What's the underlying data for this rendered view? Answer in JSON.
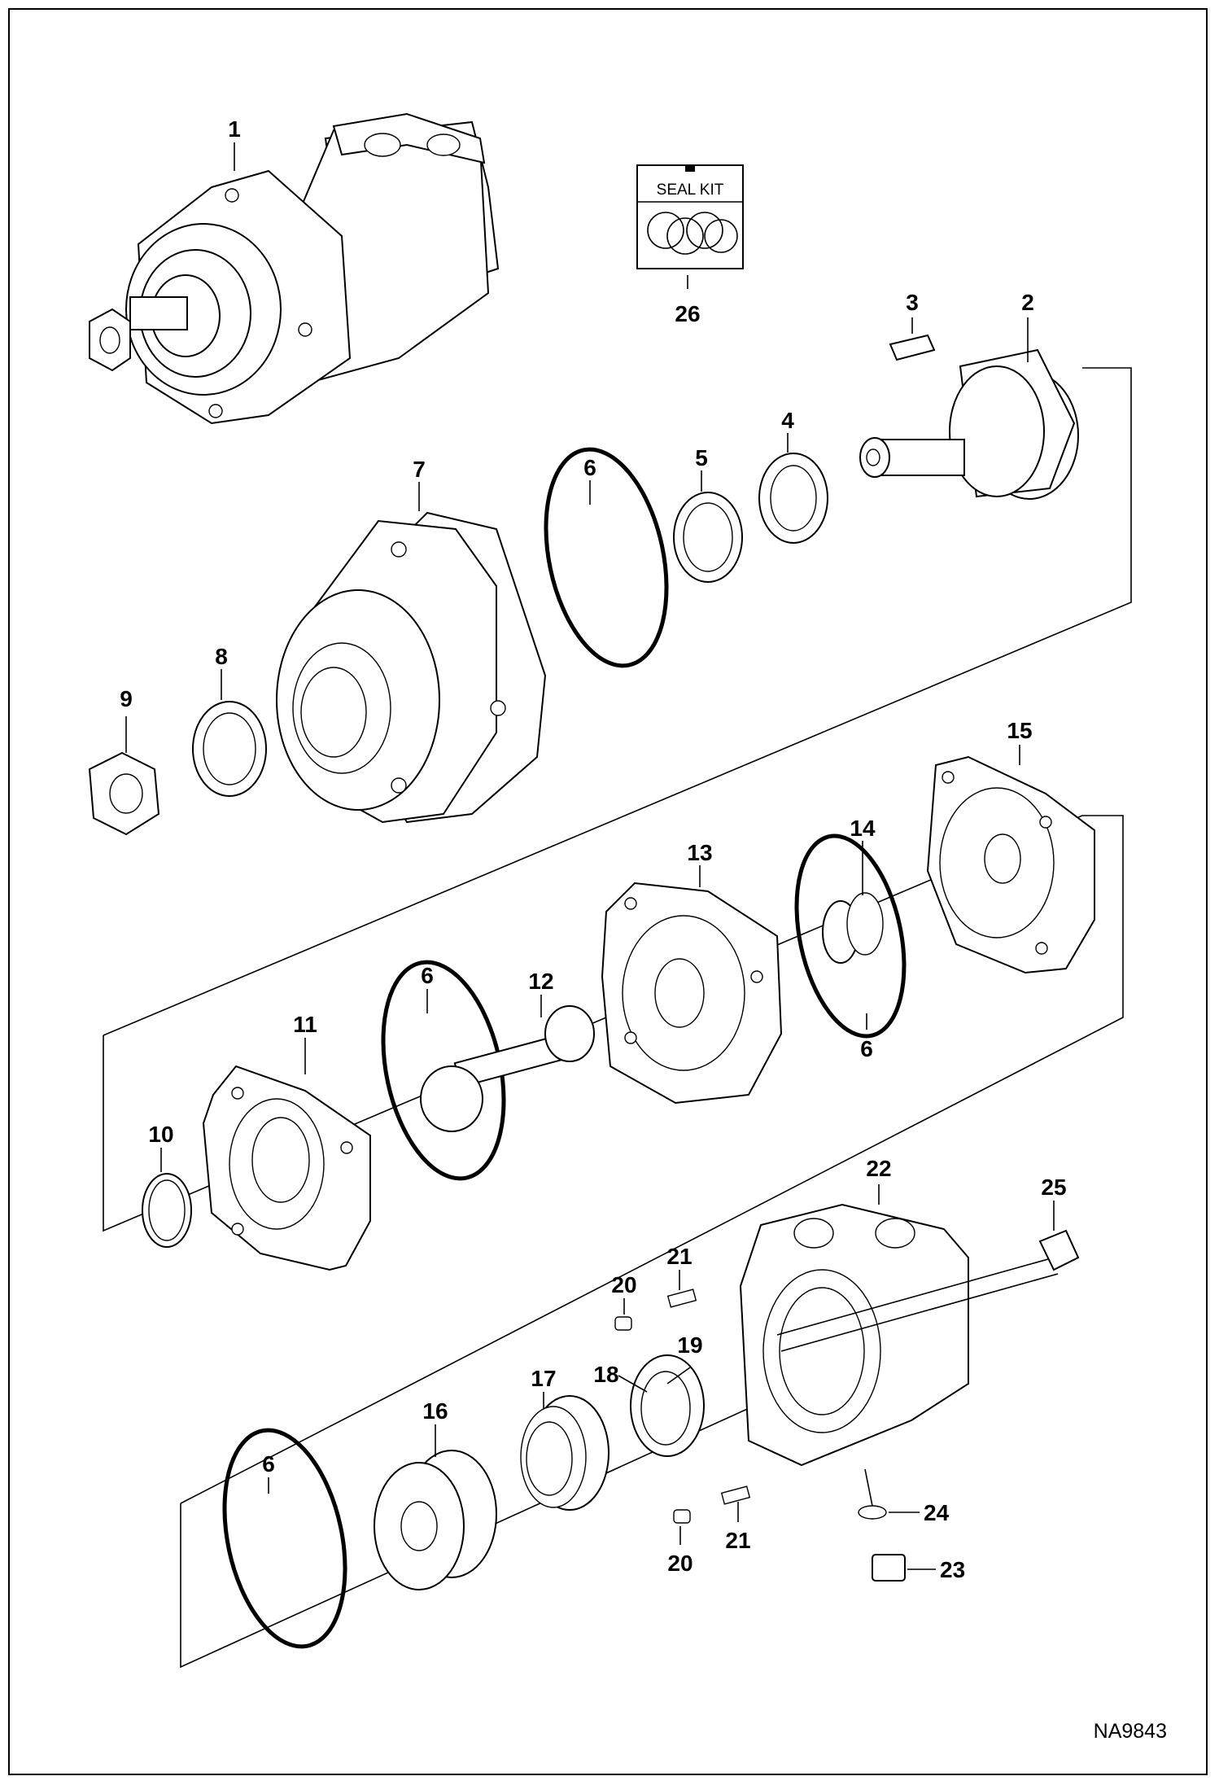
{
  "seal_kit": {
    "label": "SEAL KIT",
    "item": "26"
  },
  "figure_id": "NA9843",
  "callouts": {
    "p1": "1",
    "p2": "2",
    "p3": "3",
    "p4": "4",
    "p5": "5",
    "p6a": "6",
    "p6b": "6",
    "p6c": "6",
    "p6d": "6",
    "p7": "7",
    "p8": "8",
    "p9": "9",
    "p10": "10",
    "p11": "11",
    "p12": "12",
    "p13": "13",
    "p14": "14",
    "p15": "15",
    "p16": "16",
    "p17": "17",
    "p18": "18",
    "p19": "19",
    "p20a": "20",
    "p20b": "20",
    "p21a": "21",
    "p21b": "21",
    "p22": "22",
    "p23": "23",
    "p24": "24",
    "p25": "25",
    "p26": "26"
  }
}
